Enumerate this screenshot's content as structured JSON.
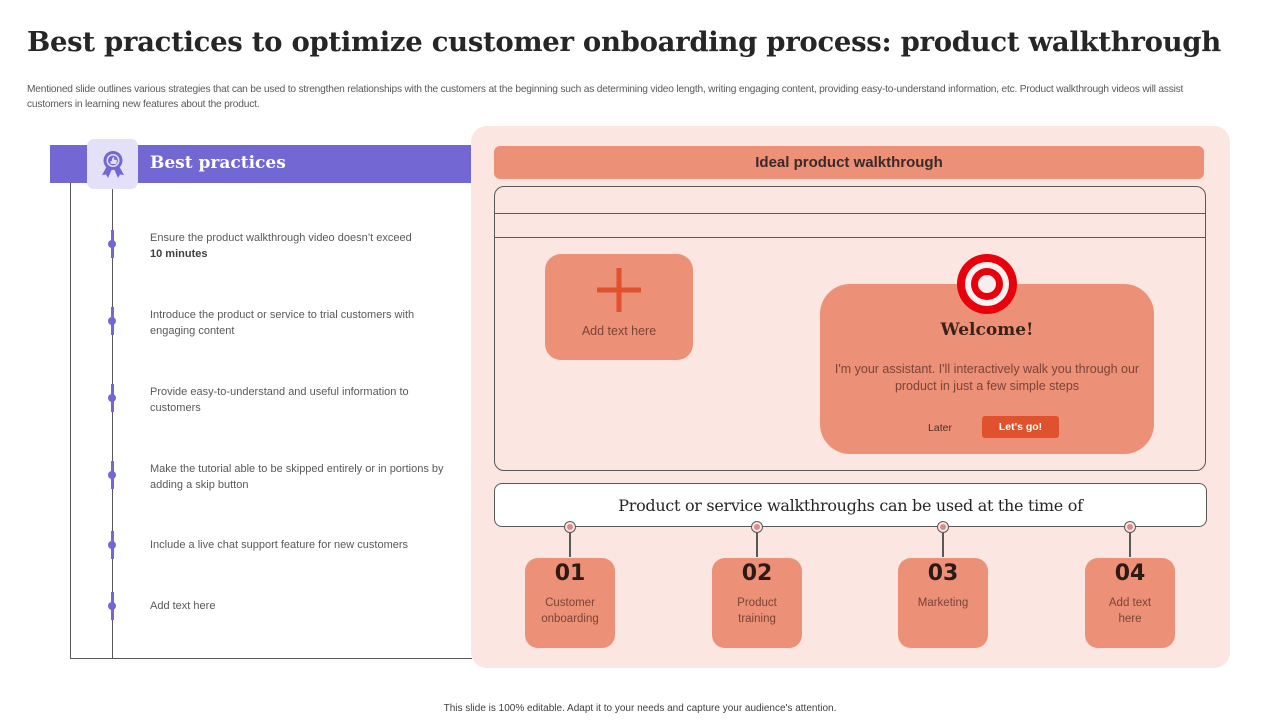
{
  "slide": {
    "title": "Best practices to optimize customer onboarding process: product walkthrough",
    "subtitle": "Mentioned slide outlines various strategies that can be used to strengthen relationships with the customers at the beginning such as determining video length, writing engaging content, providing easy-to-understand information, etc. Product walkthrough videos will assist customers in learning new features about the product.",
    "footer": "This slide is 100% editable. Adapt it to your needs and capture your audience's attention."
  },
  "best_practices": {
    "header": "Best practices",
    "icon": "award-ribbon-icon",
    "items": [
      {
        "text": "Ensure the product walkthrough video doesn’t exceed",
        "bold": "10 minutes"
      },
      {
        "text": "Introduce the product or service to trial customers with engaging content"
      },
      {
        "text": "Provide easy-to-understand and useful information to customers"
      },
      {
        "text": "Make the tutorial able to be skipped entirely or in portions by adding a skip button"
      },
      {
        "text": "Include a live chat support feature for new customers"
      },
      {
        "text": "Add text here"
      }
    ]
  },
  "walkthrough": {
    "header": "Ideal product walkthrough",
    "add_card": {
      "icon": "plus-icon",
      "label": "Add text here"
    },
    "welcome": {
      "icon": "target-icon",
      "title": "Welcome!",
      "message": "I'm your assistant. I'll interactively walk you through our product in just a few simple steps",
      "later_label": "Later",
      "go_label": "Let's go!"
    },
    "usage_title": "Product or service walkthroughs can be used at the time of",
    "steps": [
      {
        "num": "01",
        "label": "Customer onboarding"
      },
      {
        "num": "02",
        "label": "Product training"
      },
      {
        "num": "03",
        "label": "Marketing"
      },
      {
        "num": "04",
        "label": "Add text here"
      }
    ]
  },
  "colors": {
    "purple_accent": "#7367d3",
    "icon_box": "#e3e0f7",
    "panel_bg": "#fbe6e1",
    "salmon": "#ec9077",
    "button_red": "#e0522e",
    "target_red": "#e8000b"
  }
}
